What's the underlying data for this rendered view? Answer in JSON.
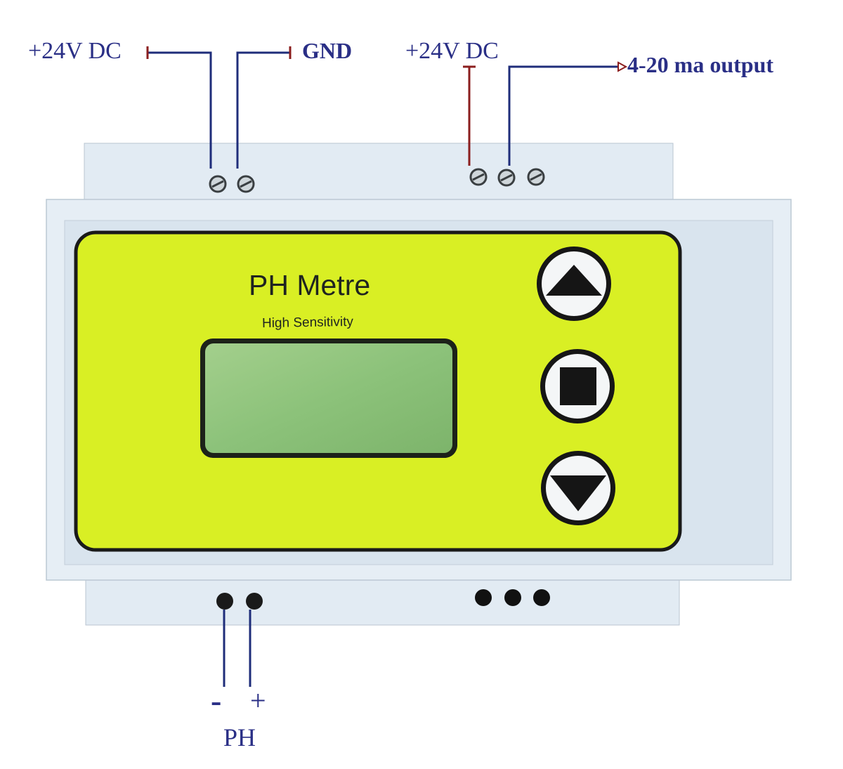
{
  "labels": {
    "power_left": "+24V DC",
    "gnd": "GND",
    "power_right": "+24V DC",
    "output": "4-20 ma output",
    "ph_minus": "-",
    "ph_plus": "+",
    "ph": "PH"
  },
  "device": {
    "title": "PH Metre",
    "subtitle": "High Sensitivity",
    "buttons": [
      "up-arrow-icon",
      "stop-square-icon",
      "down-arrow-icon"
    ]
  },
  "colors": {
    "wire": "#1f2d7a",
    "positive_wire": "#8b1e1e",
    "panel": "#dcf02c",
    "lcd": "#8fc27a",
    "housing": "#dfe9f2"
  }
}
